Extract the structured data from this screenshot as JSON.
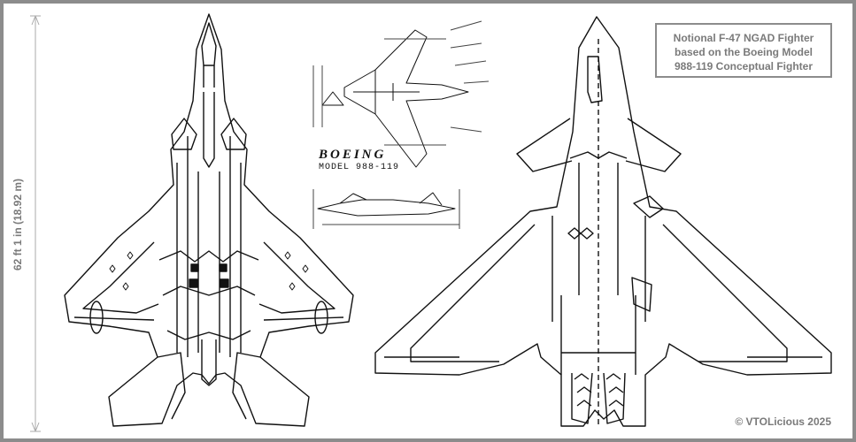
{
  "dimension_label": "62 ft 1 in (18.92 m)",
  "title_lines": [
    "Notional F-47 NGAD Fighter",
    "based on the Boeing Model",
    "988-119 Conceptual Fighter"
  ],
  "copyright": "© VTOLicious 2025",
  "boeing_drawing": {
    "logo_text": "BOEING",
    "model_text": "MODEL 988-119"
  },
  "colors": {
    "frame": "#8c8c8c",
    "label_text": "#7a7a7a",
    "line_art": "#111111"
  }
}
